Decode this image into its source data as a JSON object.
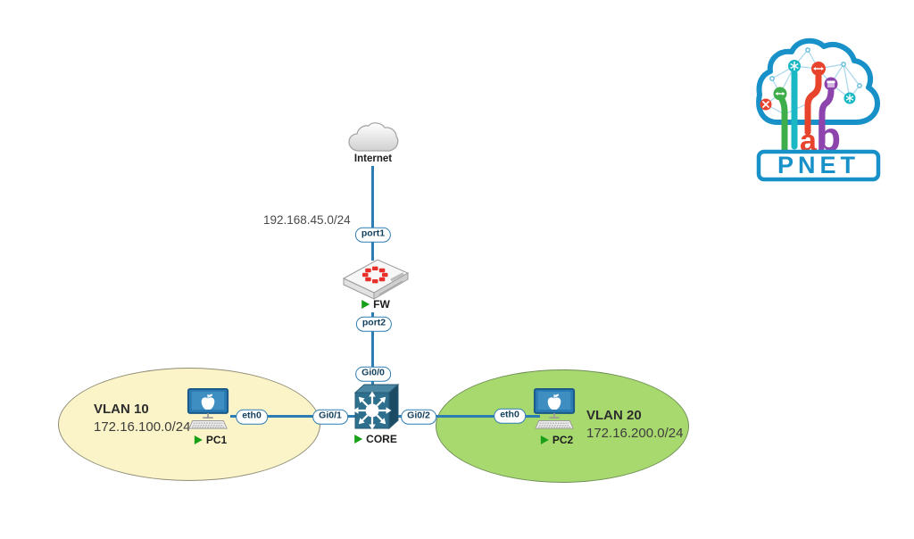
{
  "devices": {
    "internet": {
      "label": "Internet"
    },
    "fw": {
      "label": "FW"
    },
    "core": {
      "label": "CORE"
    },
    "pc1": {
      "label": "PC1"
    },
    "pc2": {
      "label": "PC2"
    }
  },
  "interfaces": {
    "port1": "port1",
    "port2": "port2",
    "gi0_0": "Gi0/0",
    "gi0_1": "Gi0/1",
    "gi0_2": "Gi0/2",
    "eth0_left": "eth0",
    "eth0_right": "eth0"
  },
  "links": {
    "wan_subnet": "192.168.45.0/24"
  },
  "zones": {
    "vlan10": {
      "title": "VLAN 10",
      "subnet": "172.16.100.0/24"
    },
    "vlan20": {
      "title": "VLAN 20",
      "subnet": "172.16.200.0/24"
    }
  },
  "logo": {
    "lab_a": "a",
    "lab_b": "b",
    "pnet": "PNET"
  },
  "colors": {
    "link_blue": "#2E7DB2",
    "pill_text": "#14405F",
    "vlan10_fill": "#FBF4C9",
    "vlan20_fill": "#A8D96F",
    "play_green": "#18A018",
    "fortinet_red": "#E8302A",
    "switch_teal": "#2E6F8E",
    "logo_blue": "#1791C8",
    "logo_green": "#3DAE49",
    "logo_teal": "#19B8C4",
    "logo_red": "#E8432C",
    "logo_purple": "#8E44AD"
  }
}
